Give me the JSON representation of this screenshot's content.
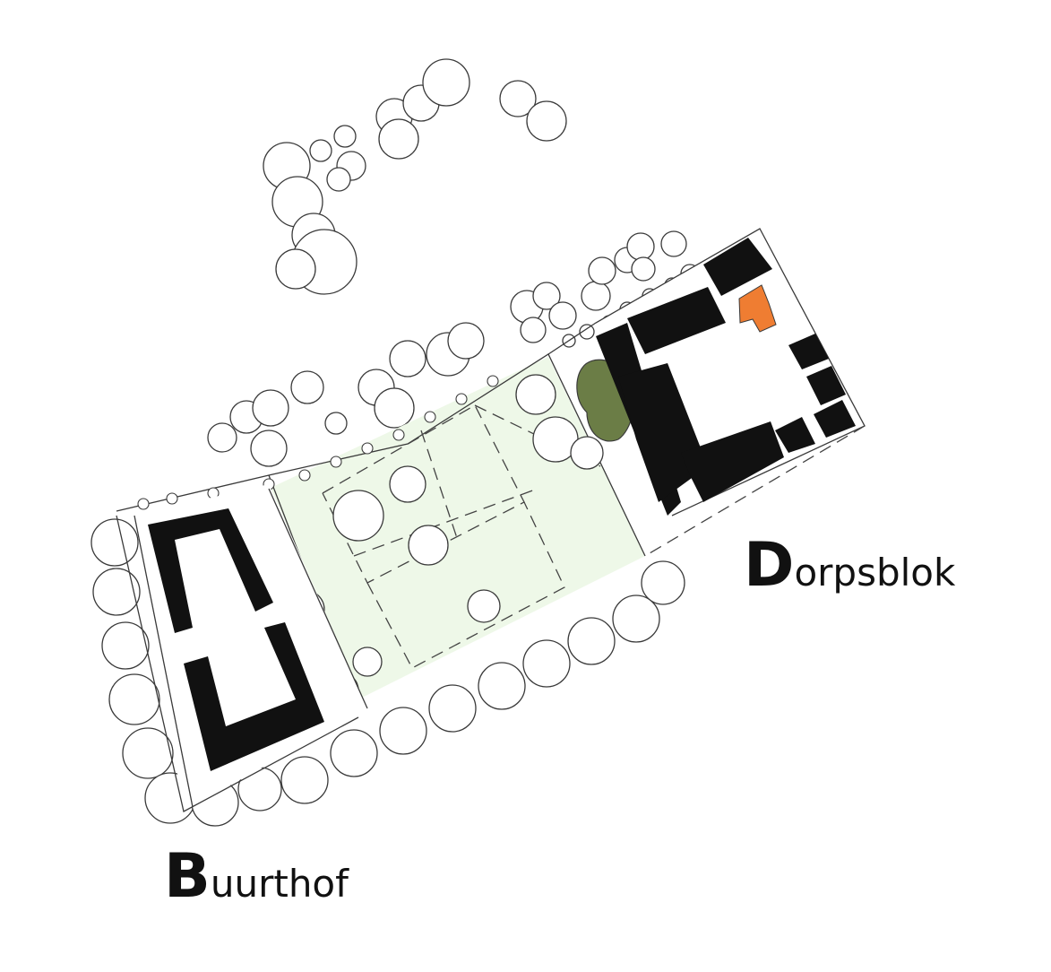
{
  "labels": {
    "dorpsblok": {
      "initial": "D",
      "rest": "orpsblok"
    },
    "buurthof": {
      "initial": "B",
      "rest": "uurthof"
    }
  },
  "colors": {
    "building": "#111111",
    "highlight_building": "#ef7d32",
    "green_courtyard": "#eef8e8",
    "tree_dark": "#6b7d46",
    "line": "#3a3a3a"
  }
}
